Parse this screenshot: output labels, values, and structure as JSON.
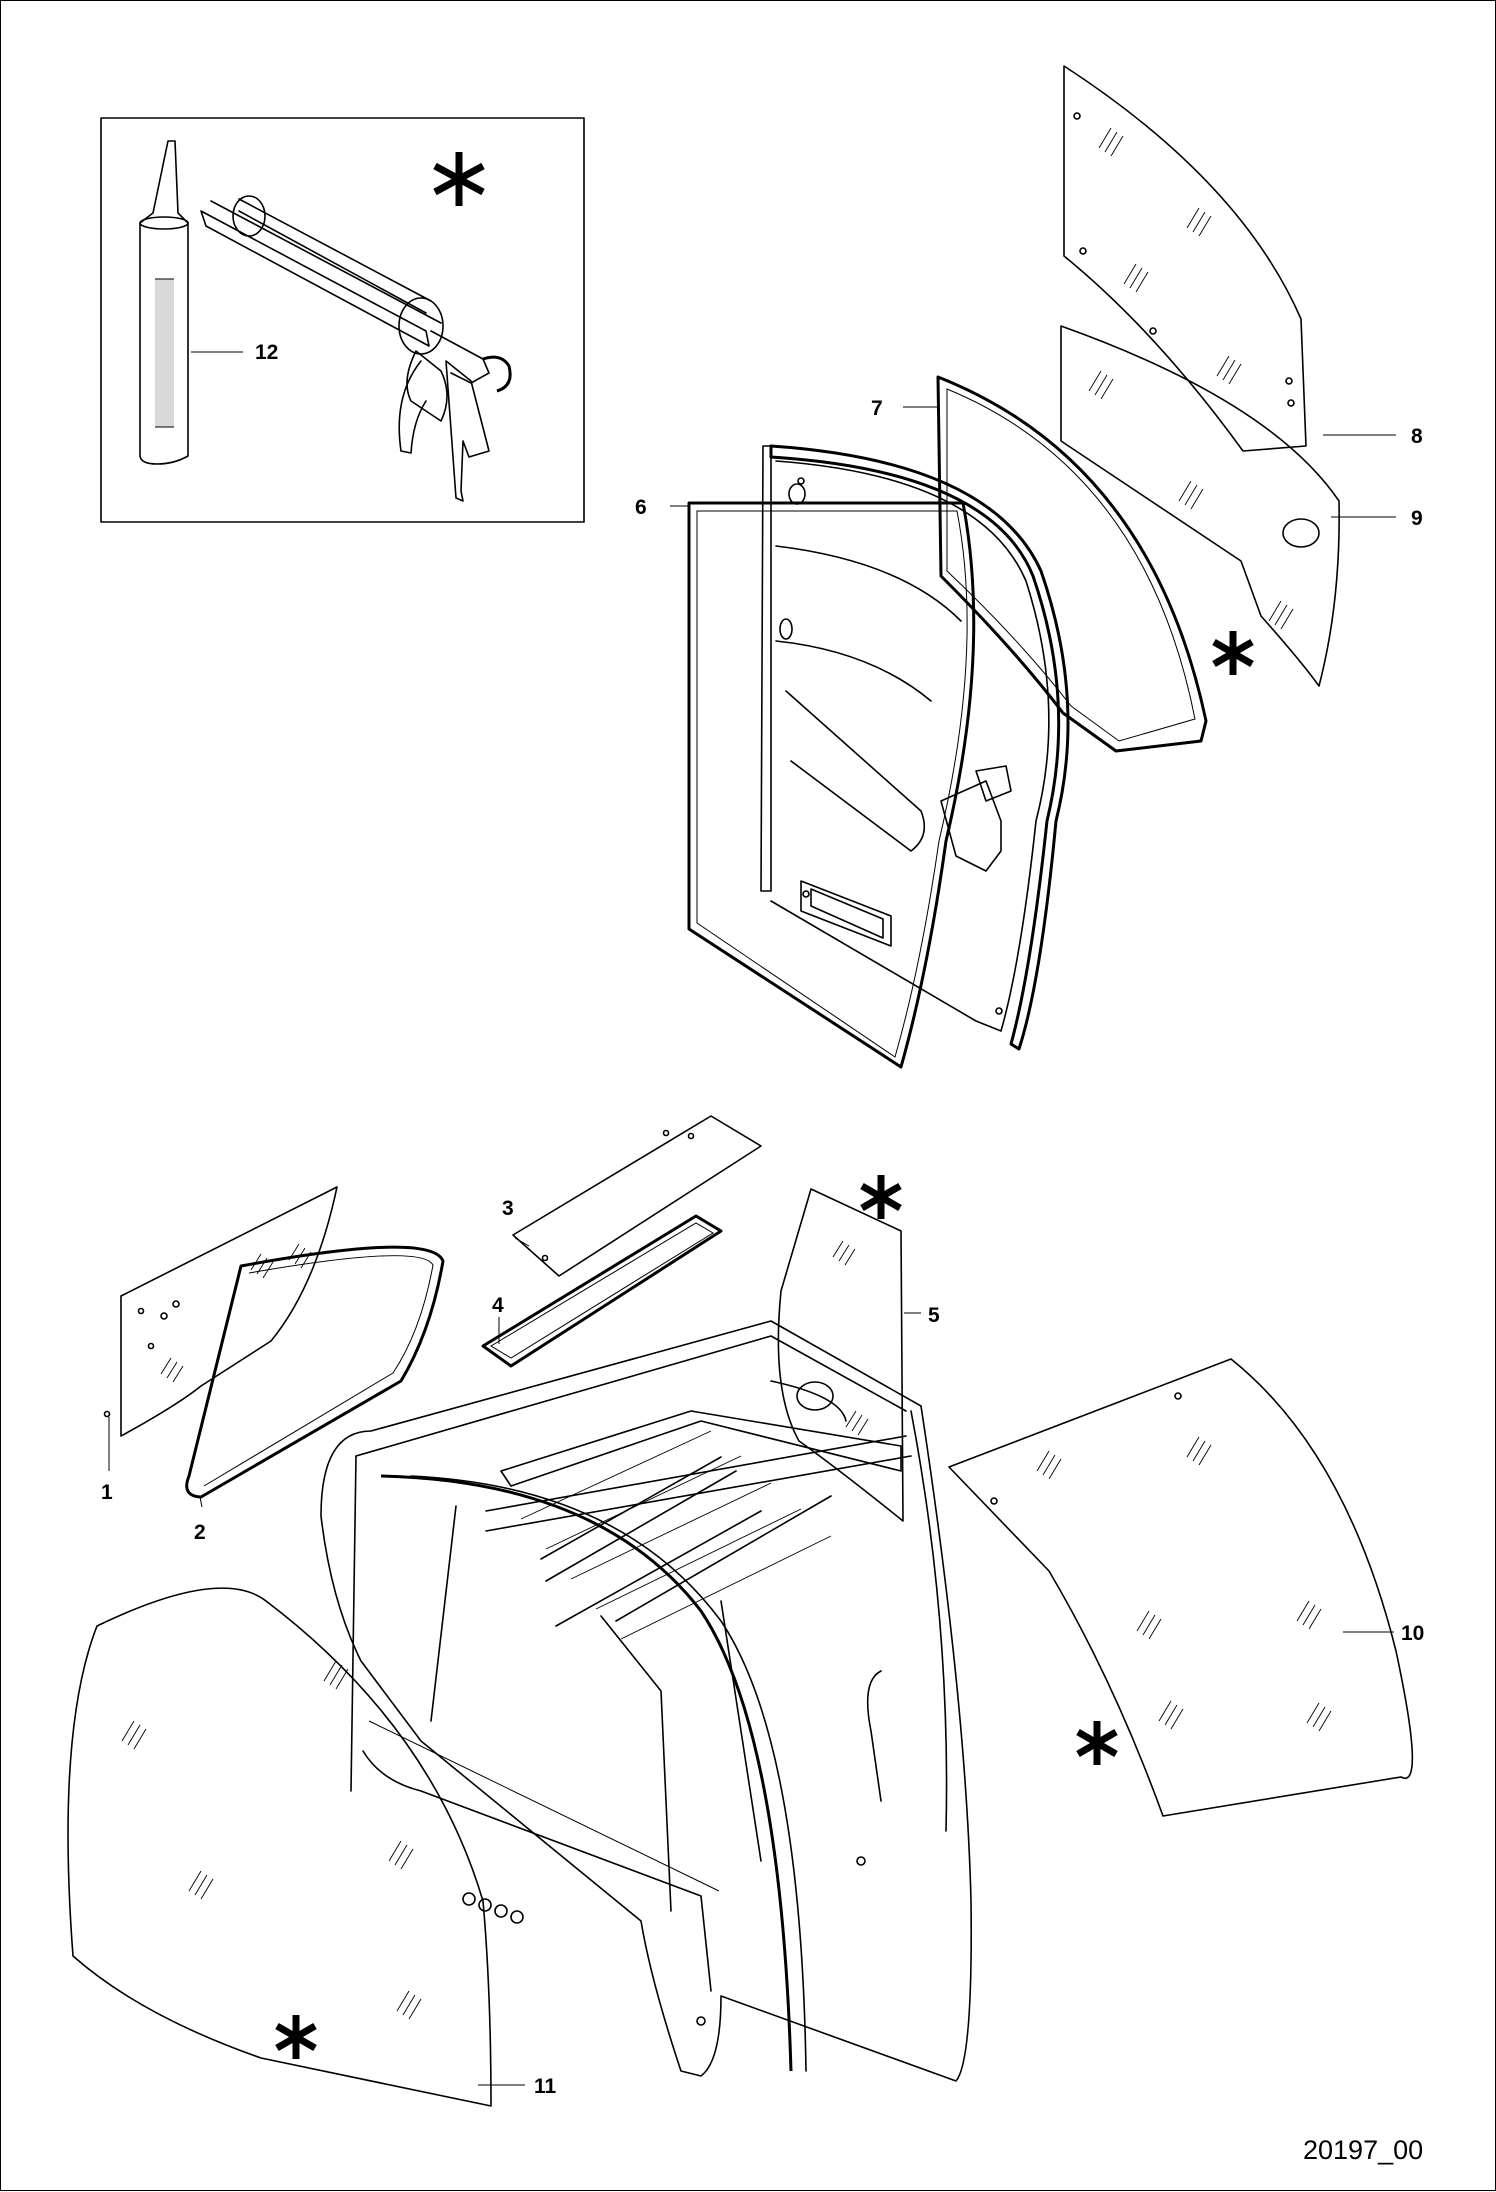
{
  "figure_code": "20197_00",
  "callouts": [
    "1",
    "2",
    "3",
    "4",
    "5",
    "6",
    "7",
    "8",
    "9",
    "10",
    "11",
    "12"
  ]
}
